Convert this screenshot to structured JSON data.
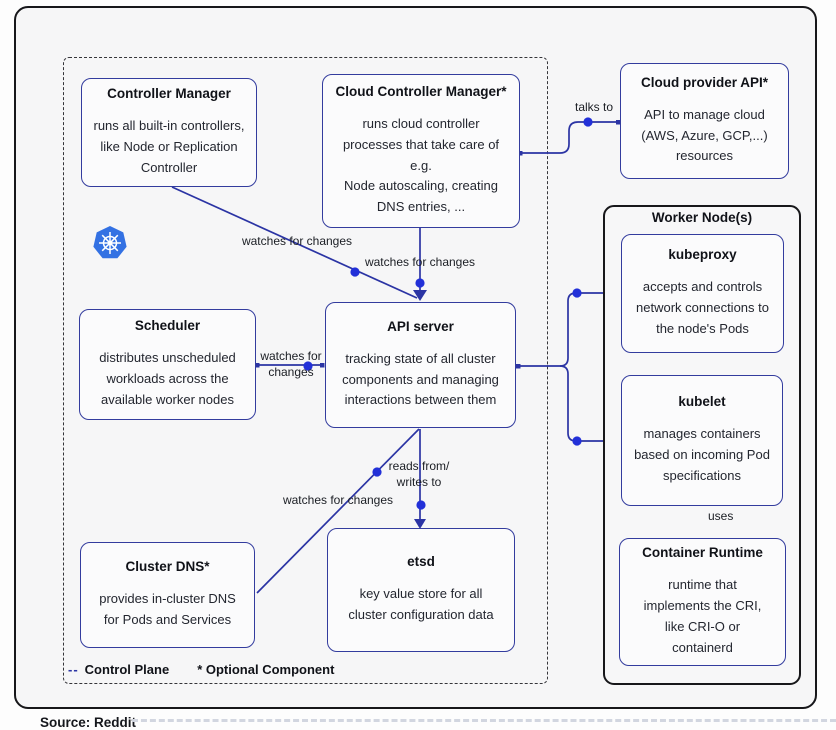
{
  "page": {
    "source_caption": "Source: Reddit"
  },
  "legend": {
    "dashes": "--",
    "control_plane": "Control Plane",
    "optional_component": "* Optional Component"
  },
  "boxes": {
    "controller_manager": {
      "title": "Controller Manager",
      "body": "runs all built-in controllers,\nlike Node or Replication\nController"
    },
    "cloud_controller_manager": {
      "title": "Cloud Controller Manager*",
      "body": "runs cloud controller\nprocesses that take care of\ne.g.\nNode autoscaling, creating\nDNS entries, ..."
    },
    "cloud_provider_api": {
      "title": "Cloud provider API*",
      "body": "API to manage cloud\n(AWS, Azure, GCP,...)\nresources"
    },
    "worker_node": {
      "title": "Worker Node(s)"
    },
    "kubeproxy": {
      "title": "kubeproxy",
      "body": "accepts and controls\nnetwork connections to\nthe node's Pods"
    },
    "kubelet": {
      "title": "kubelet",
      "body": "manages containers\nbased on incoming Pod\nspecifications"
    },
    "container_runtime": {
      "title": "Container Runtime",
      "body": "runtime that\nimplements the CRI,\nlike CRI-O or\ncontainerd"
    },
    "scheduler": {
      "title": "Scheduler",
      "body": "distributes unscheduled\nworkloads across the\navailable worker nodes"
    },
    "api_server": {
      "title": "API server",
      "body": "tracking state of all cluster\ncomponents and managing\ninteractions between them"
    },
    "etsd": {
      "title": "etsd",
      "body": "key value store for all\ncluster configuration data"
    },
    "cluster_dns": {
      "title": "Cluster DNS*",
      "body": "provides in-cluster DNS\nfor Pods and Services"
    }
  },
  "edge_labels": {
    "talks_to": "talks to",
    "watches_controller_manager": "watches for changes",
    "watches_cloud_controller_manager": "watches for changes",
    "watches_scheduler": "watches for\nchanges",
    "watches_cluster_dns": "watches for changes",
    "reads_writes": "reads from/\nwrites to",
    "uses": "uses"
  },
  "colors": {
    "line": "#2b34a4",
    "dot": "#2230d8",
    "box_border": "#333c9e",
    "frame_border": "#17171a",
    "logo_blue": "#3371e3"
  }
}
